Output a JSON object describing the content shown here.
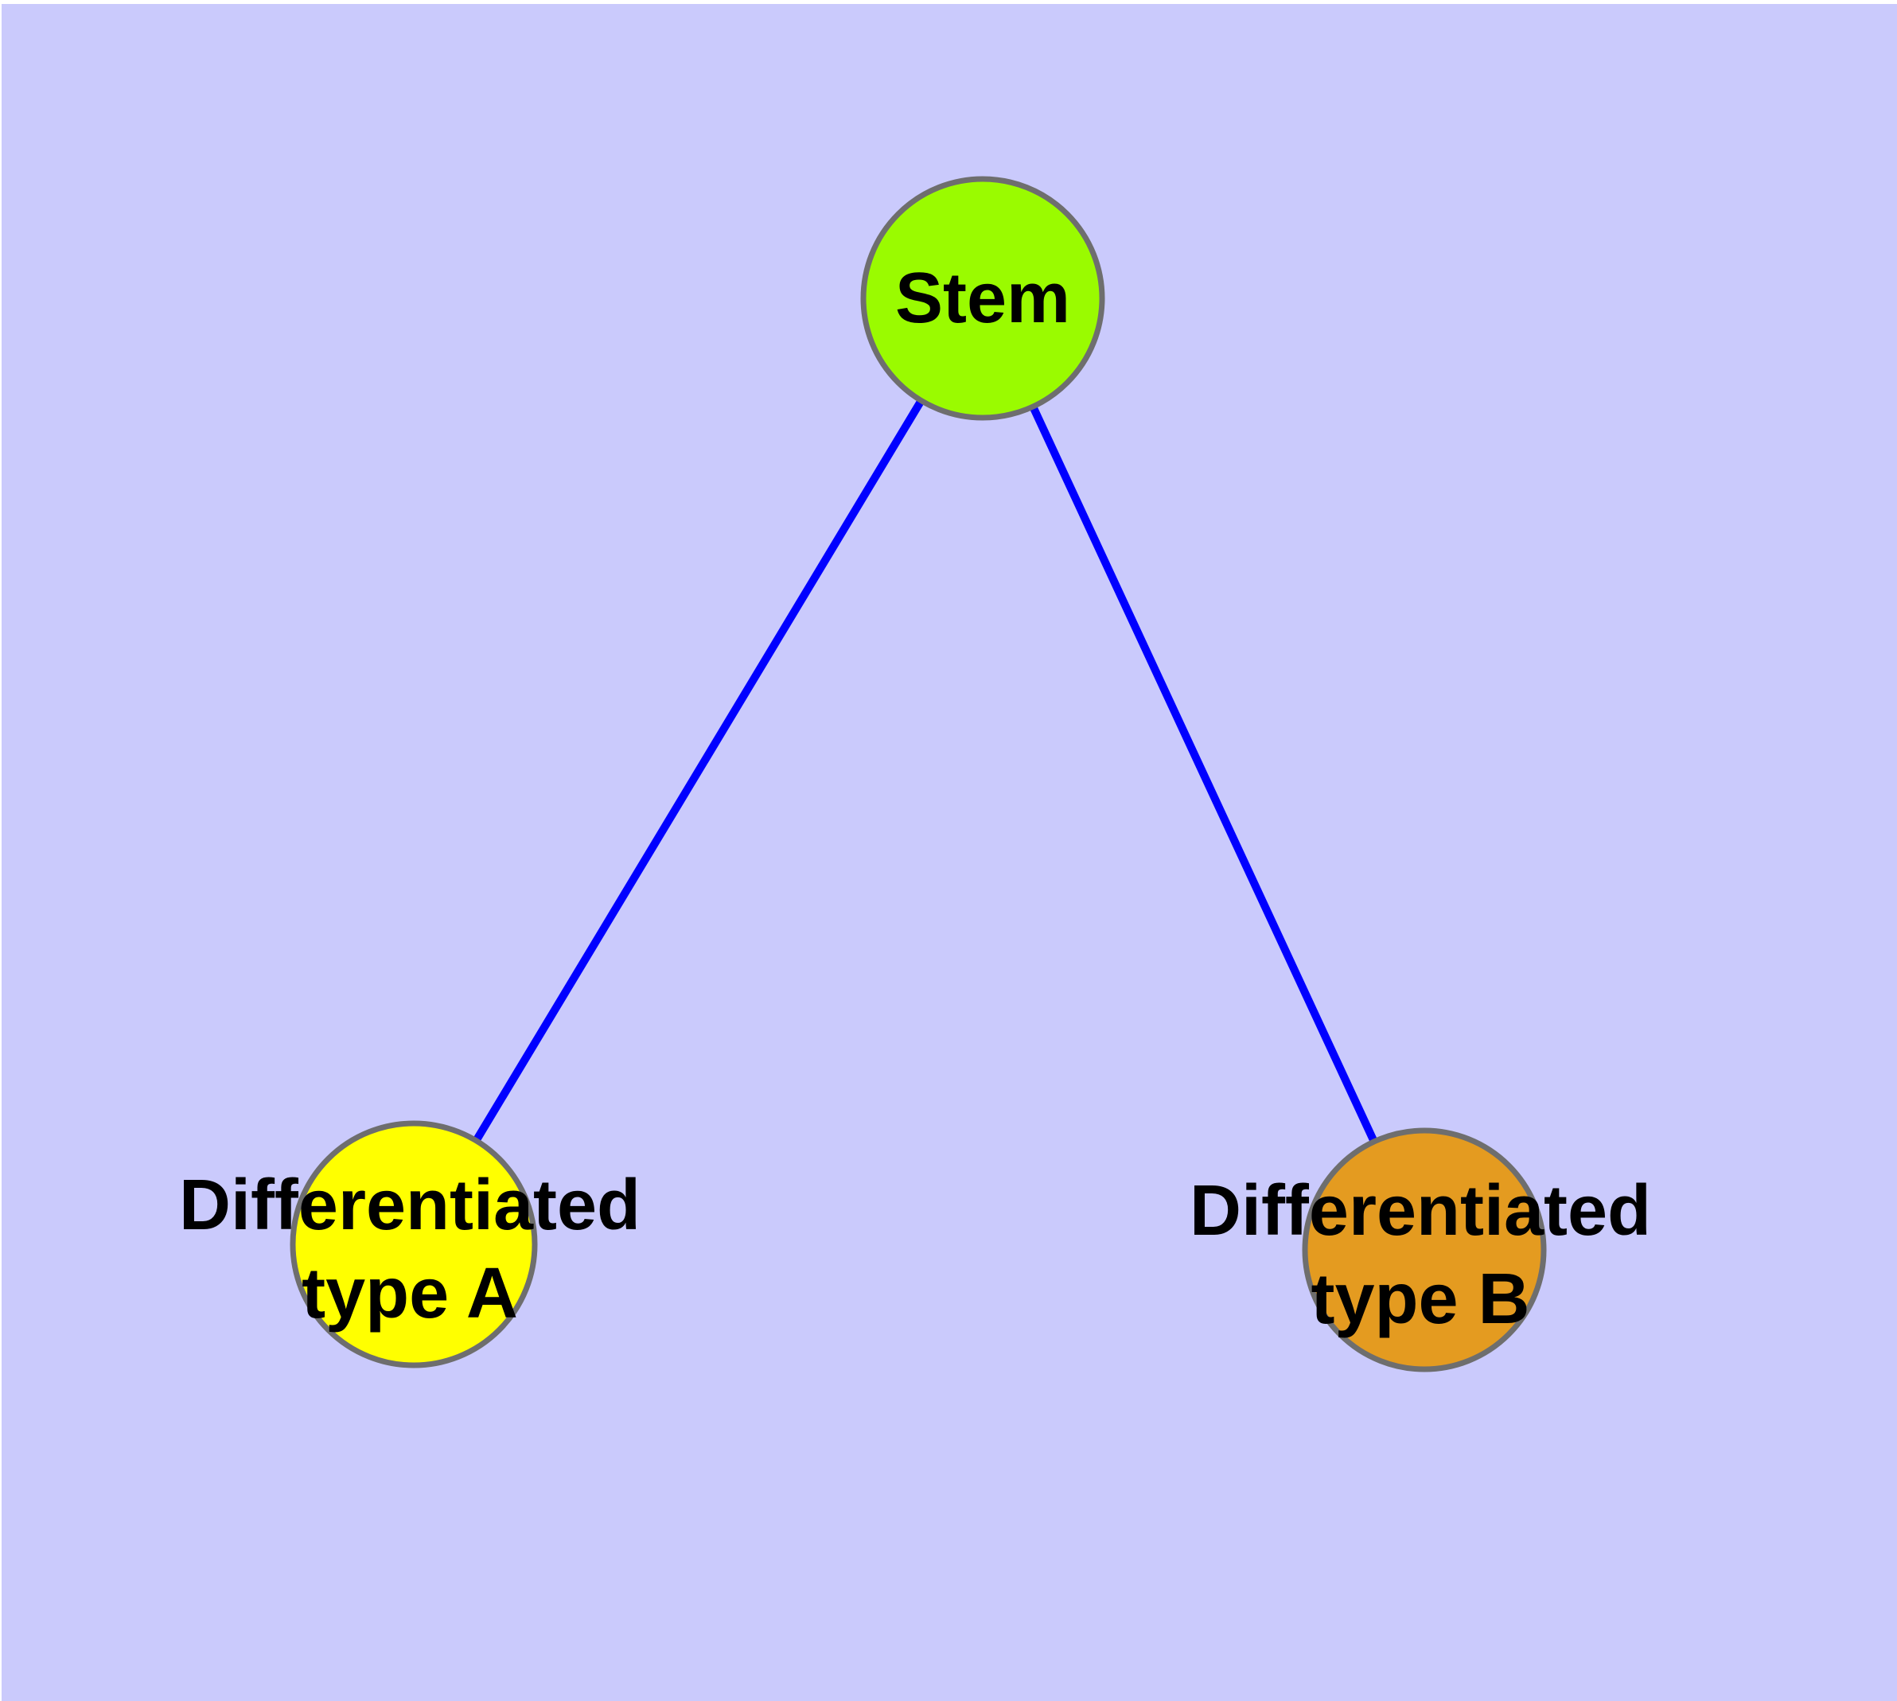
{
  "diagram": {
    "type": "graph",
    "background_color": "#CACAFC",
    "page_margin_color": "#FFFFFF",
    "edge_color": "#0000FF",
    "node_border_color": "#6E6E6E",
    "label_color": "#000000",
    "nodes": [
      {
        "id": "stem",
        "label": "Stem",
        "fill": "#9AFB00"
      },
      {
        "id": "differentiated-type-a",
        "label_line1": "Differentiated",
        "label_line2": "type A",
        "fill": "#FFFF00"
      },
      {
        "id": "differentiated-type-b",
        "label_line1": "Differentiated",
        "label_line2": "type B",
        "fill": "#E49B20"
      }
    ],
    "edges": [
      {
        "from": "stem",
        "to": "differentiated-type-a"
      },
      {
        "from": "stem",
        "to": "differentiated-type-b"
      }
    ]
  }
}
